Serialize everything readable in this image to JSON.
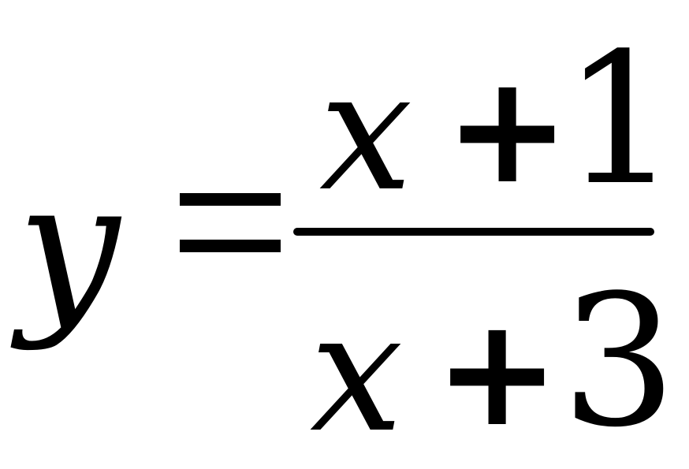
{
  "equation": {
    "lhs": "y",
    "equals": "=",
    "numerator": {
      "variable": "x",
      "operator": "+",
      "constant": "1"
    },
    "denominator": {
      "variable": "x",
      "operator": "+",
      "constant": "3"
    }
  },
  "colors": {
    "ink": "#000000",
    "background": "#ffffff"
  }
}
